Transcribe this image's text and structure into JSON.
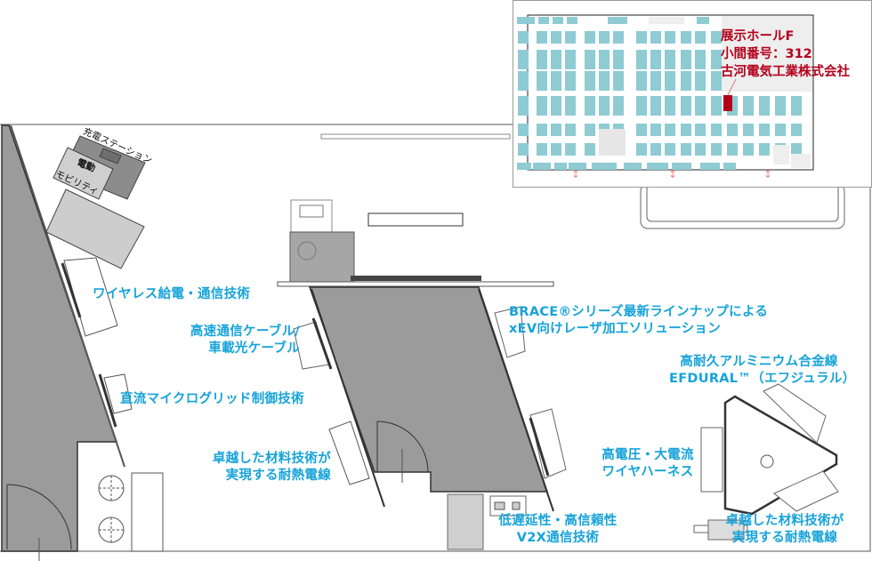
{
  "booth_labels": {
    "charging_station": "充電ステーション",
    "mobility_line1": "電動",
    "mobility_line2": "モビリティ"
  },
  "exhibits": {
    "wireless": "ワイヤレス給電・通信技術",
    "cable_line1": "高速通信ケーブル/",
    "cable_line2": "車載光ケーブル",
    "microgrid": "直流マイクログリッド制御技術",
    "heatwire_left_line1": "卓越した材料技術が",
    "heatwire_left_line2": "実現する耐熱電線",
    "brace_line1": "BRACE®シリーズ最新ラインナップによる",
    "brace_line2": "xEV向けレーザ加工ソリューション",
    "efdural_line1": "高耐久アルミニウム合金線",
    "efdural_line2": "EFDURAL™（エフジュラル）",
    "harness_line1": "高電圧・大電流",
    "harness_line2": "ワイヤハーネス",
    "v2x_line1": "低遅延性・高信頼性",
    "v2x_line2": "V2X通信技術",
    "heatwire_right_line1": "卓越した材料技術が",
    "heatwire_right_line2": "実現する耐熱電線"
  },
  "minimap": {
    "hall": "展示ホールF",
    "booth_number": "小間番号：312",
    "company": "古河電気工業株式会社"
  },
  "colors": {
    "label": "#16a3d9",
    "highlight": "#b3001b",
    "booth_tile": "#8ecbd3",
    "wall": "#9b9b9b"
  }
}
